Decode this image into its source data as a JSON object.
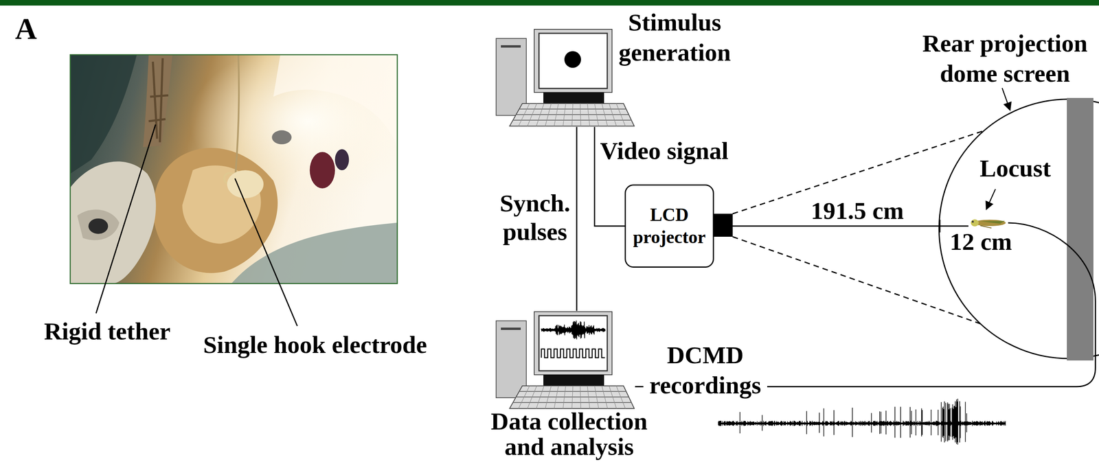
{
  "diagram": {
    "nodes": [
      {
        "text": [
          "Stimulus generation"
        ]
      },
      {
        "text": [
          "LCD projector"
        ]
      },
      {
        "text": [
          "Data collection and analysis"
        ]
      },
      {
        "text": [
          "Locust"
        ]
      }
    ],
    "edges": [
      {
        "from": 0,
        "to": 1,
        "arrow": "none",
        "label": "Video signal"
      },
      {
        "from": 0,
        "to": 2,
        "arrow": "none",
        "label": "Synch. pulses"
      },
      {
        "from": 1,
        "to": 3,
        "arrow": "none",
        "label": "191.5 cm"
      },
      {
        "from": 2,
        "to": 3,
        "arrow": "none",
        "label": "DCMD recordings"
      }
    ],
    "labels": [
      "A",
      "Rigid tether",
      "Single hook electrode",
      "Rear projection dome screen",
      "12 cm"
    ]
  }
}
